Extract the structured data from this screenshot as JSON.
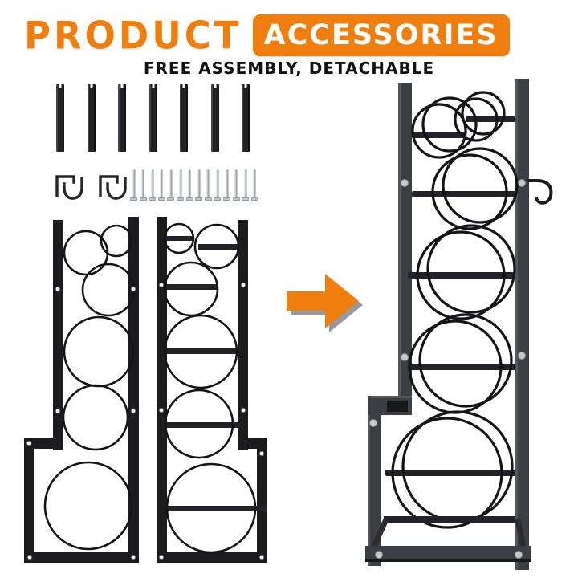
{
  "header": {
    "title_plain": "PRODUCT",
    "title_badge": "ACCESSORIES",
    "subtitle": "FREE ASSEMBLY, DETACHABLE"
  },
  "colors": {
    "accent_orange": "#F07E0F",
    "arrow_shadow": "#97999E",
    "ink_black": "#121214",
    "frame_black": "#1c1c1e",
    "post_charcoal": "#3d3e43",
    "screw_silver": "#b7babd",
    "background": "#ffffff"
  },
  "parts": {
    "rails": {
      "icon": "rail-bar-icon",
      "count": 7
    },
    "hooks": {
      "icon": "storage-hook-icon",
      "count": 2
    },
    "screws": {
      "icon": "mounting-screw-icon",
      "count": 14
    },
    "side_panels": {
      "icon": "side-panel-icon",
      "count": 2
    }
  },
  "assembly": {
    "arrow_icon": "arrow-right-icon",
    "result_icon": "assembled-rack"
  }
}
